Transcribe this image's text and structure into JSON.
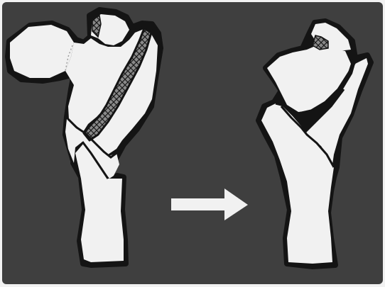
{
  "figure": {
    "panels": [
      {
        "name": "proximal-femur-before",
        "state": "fractured with lattice-filled cleft"
      },
      {
        "name": "proximal-femur-after",
        "state": "head removed, fragments reduced"
      }
    ],
    "arrow": {
      "direction": "right"
    },
    "colors": {
      "background": "#3f3f3f",
      "bone_fill": "#f1f1f1",
      "bone_outline": "#141414",
      "lattice_fill": "#8a8a8a",
      "border": "#f2f2f2"
    }
  }
}
